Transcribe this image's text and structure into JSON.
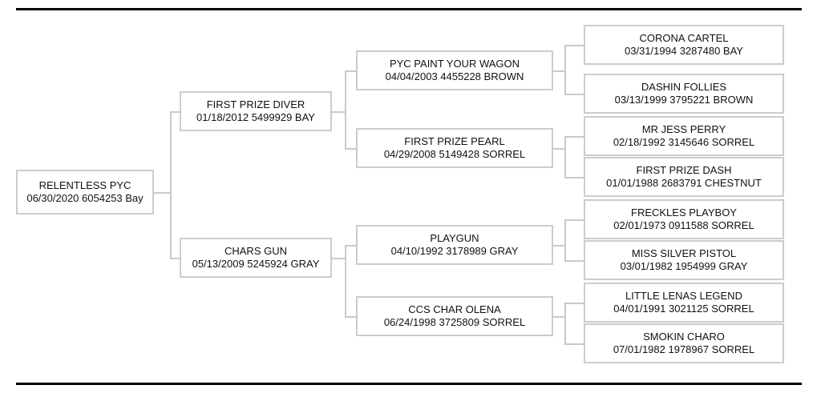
{
  "chart_data": {
    "type": "diagram",
    "diagram_kind": "pedigree-tree",
    "title": "",
    "orientation": "left-to-right",
    "generations": 4
  },
  "rules": {
    "top_label": "top-divider",
    "bottom_label": "bottom-divider"
  },
  "nodes": {
    "root": {
      "name": "RELENTLESS PYC",
      "meta": "06/30/2020 6054253 Bay",
      "date": "06/30/2020",
      "registration": "6054253",
      "color": "Bay"
    },
    "sire": {
      "name": "FIRST PRIZE DIVER",
      "meta": "01/18/2012 5499929 BAY",
      "date": "01/18/2012",
      "registration": "5499929",
      "color": "BAY"
    },
    "dam": {
      "name": "CHARS GUN",
      "meta": "05/13/2009 5245924 GRAY",
      "date": "05/13/2009",
      "registration": "5245924",
      "color": "GRAY"
    },
    "sire_sire": {
      "name": "PYC PAINT YOUR WAGON",
      "meta": "04/04/2003 4455228 BROWN",
      "date": "04/04/2003",
      "registration": "4455228",
      "color": "BROWN"
    },
    "sire_dam": {
      "name": "FIRST PRIZE PEARL",
      "meta": "04/29/2008 5149428 SORREL",
      "date": "04/29/2008",
      "registration": "5149428",
      "color": "SORREL"
    },
    "dam_sire": {
      "name": "PLAYGUN",
      "meta": "04/10/1992 3178989 GRAY",
      "date": "04/10/1992",
      "registration": "3178989",
      "color": "GRAY"
    },
    "dam_dam": {
      "name": "CCS CHAR OLENA",
      "meta": "06/24/1998 3725809 SORREL",
      "date": "06/24/1998",
      "registration": "3725809",
      "color": "SORREL"
    },
    "g4_1": {
      "name": "CORONA CARTEL",
      "meta": "03/31/1994 3287480 BAY",
      "date": "03/31/1994",
      "registration": "3287480",
      "color": "BAY"
    },
    "g4_2": {
      "name": "DASHIN FOLLIES",
      "meta": "03/13/1999 3795221 BROWN",
      "date": "03/13/1999",
      "registration": "3795221",
      "color": "BROWN"
    },
    "g4_3": {
      "name": "MR JESS PERRY",
      "meta": "02/18/1992 3145646 SORREL",
      "date": "02/18/1992",
      "registration": "3145646",
      "color": "SORREL"
    },
    "g4_4": {
      "name": "FIRST PRIZE DASH",
      "meta": "01/01/1988 2683791 CHESTNUT",
      "date": "01/01/1988",
      "registration": "2683791",
      "color": "CHESTNUT"
    },
    "g4_5": {
      "name": "FRECKLES PLAYBOY",
      "meta": "02/01/1973 0911588 SORREL",
      "date": "02/01/1973",
      "registration": "0911588",
      "color": "SORREL"
    },
    "g4_6": {
      "name": "MISS SILVER PISTOL",
      "meta": "03/01/1982 1954999 GRAY",
      "date": "03/01/1982",
      "registration": "1954999",
      "color": "GRAY"
    },
    "g4_7": {
      "name": "LITTLE LENAS LEGEND",
      "meta": "04/01/1991 3021125 SORREL",
      "date": "04/01/1991",
      "registration": "3021125",
      "color": "SORREL"
    },
    "g4_8": {
      "name": "SMOKIN CHARO",
      "meta": "07/01/1982 1978967 SORREL",
      "date": "07/01/1982",
      "registration": "1978967",
      "color": "SORREL"
    }
  },
  "colors": {
    "box_border": "#cccccc",
    "connector": "#c9c9c9",
    "rule": "#000000",
    "text": "#111111",
    "background": "#ffffff"
  }
}
